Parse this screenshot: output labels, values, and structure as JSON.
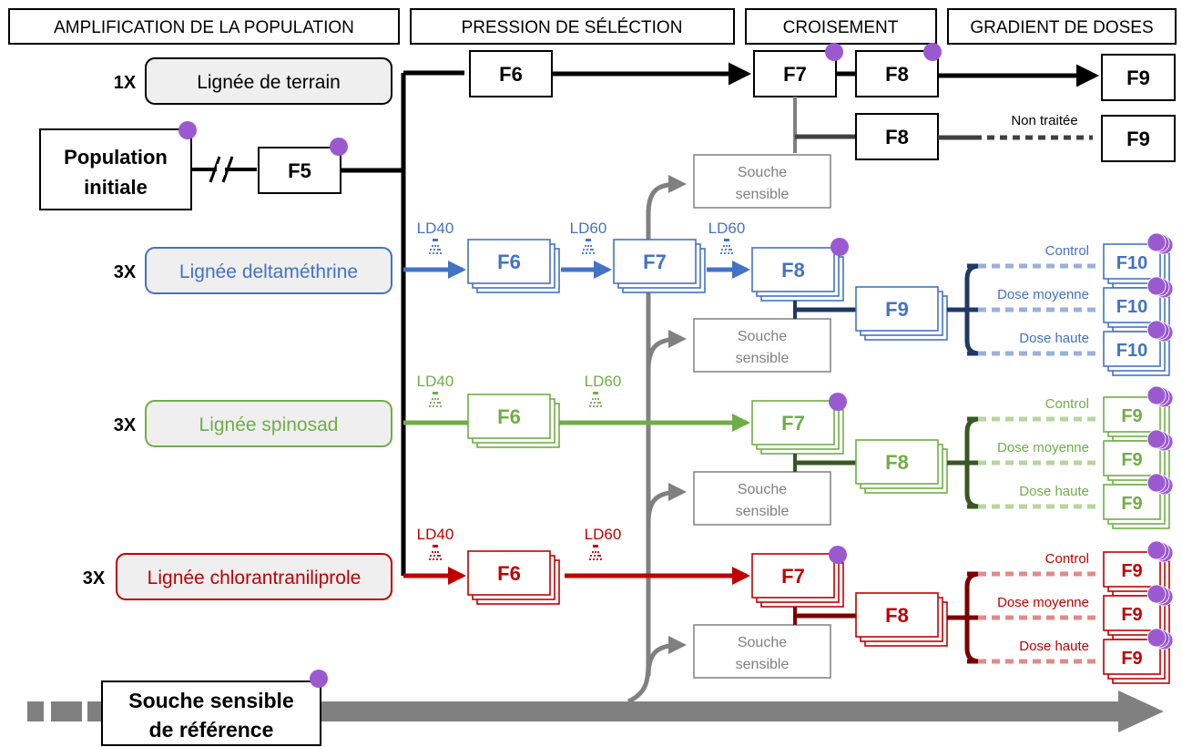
{
  "headers": {
    "amplification": "AMPLIFICATION DE LA POPULATION",
    "pression": "PRESSION DE SÉLÉCTION",
    "croisement": "CROISEMENT",
    "gradient": "GRADIENT DE DOSES"
  },
  "colors": {
    "black": "#000000",
    "blue": "#4472c4",
    "blue_dark": "#1f3864",
    "green": "#70ad47",
    "green_dark": "#385723",
    "red": "#c00000",
    "red_dark": "#7b0000",
    "gray": "#808080",
    "light_gray_text": "#7f7f7f",
    "marker": "#9b59d0"
  },
  "labels": {
    "mult_1x": "1X",
    "mult_3x": "3X",
    "population_initiale_line1": "Population",
    "population_initiale_line2": "initiale",
    "lignee_terrain": "Lignée de terrain",
    "lignee_deltamethrine": "Lignée deltaméthrine",
    "lignee_spinosad": "Lignée spinosad",
    "lignee_chlorant": "Lignée chlorantraniliprole",
    "ld40": "LD40",
    "ld60": "LD60",
    "souche_sensible_line1": "Souche",
    "souche_sensible_line2": "sensible",
    "ref_line1": "Souche sensible",
    "ref_line2": "de référence",
    "non_traitee": "Non traitée",
    "control": "Control",
    "dose_moyenne": "Dose moyenne",
    "dose_haute": "Dose haute",
    "spray_icon": "spray-icon"
  },
  "generations": {
    "f5": "F5",
    "f6": "F6",
    "f7": "F7",
    "f8": "F8",
    "f9": "F9",
    "f10": "F10"
  }
}
